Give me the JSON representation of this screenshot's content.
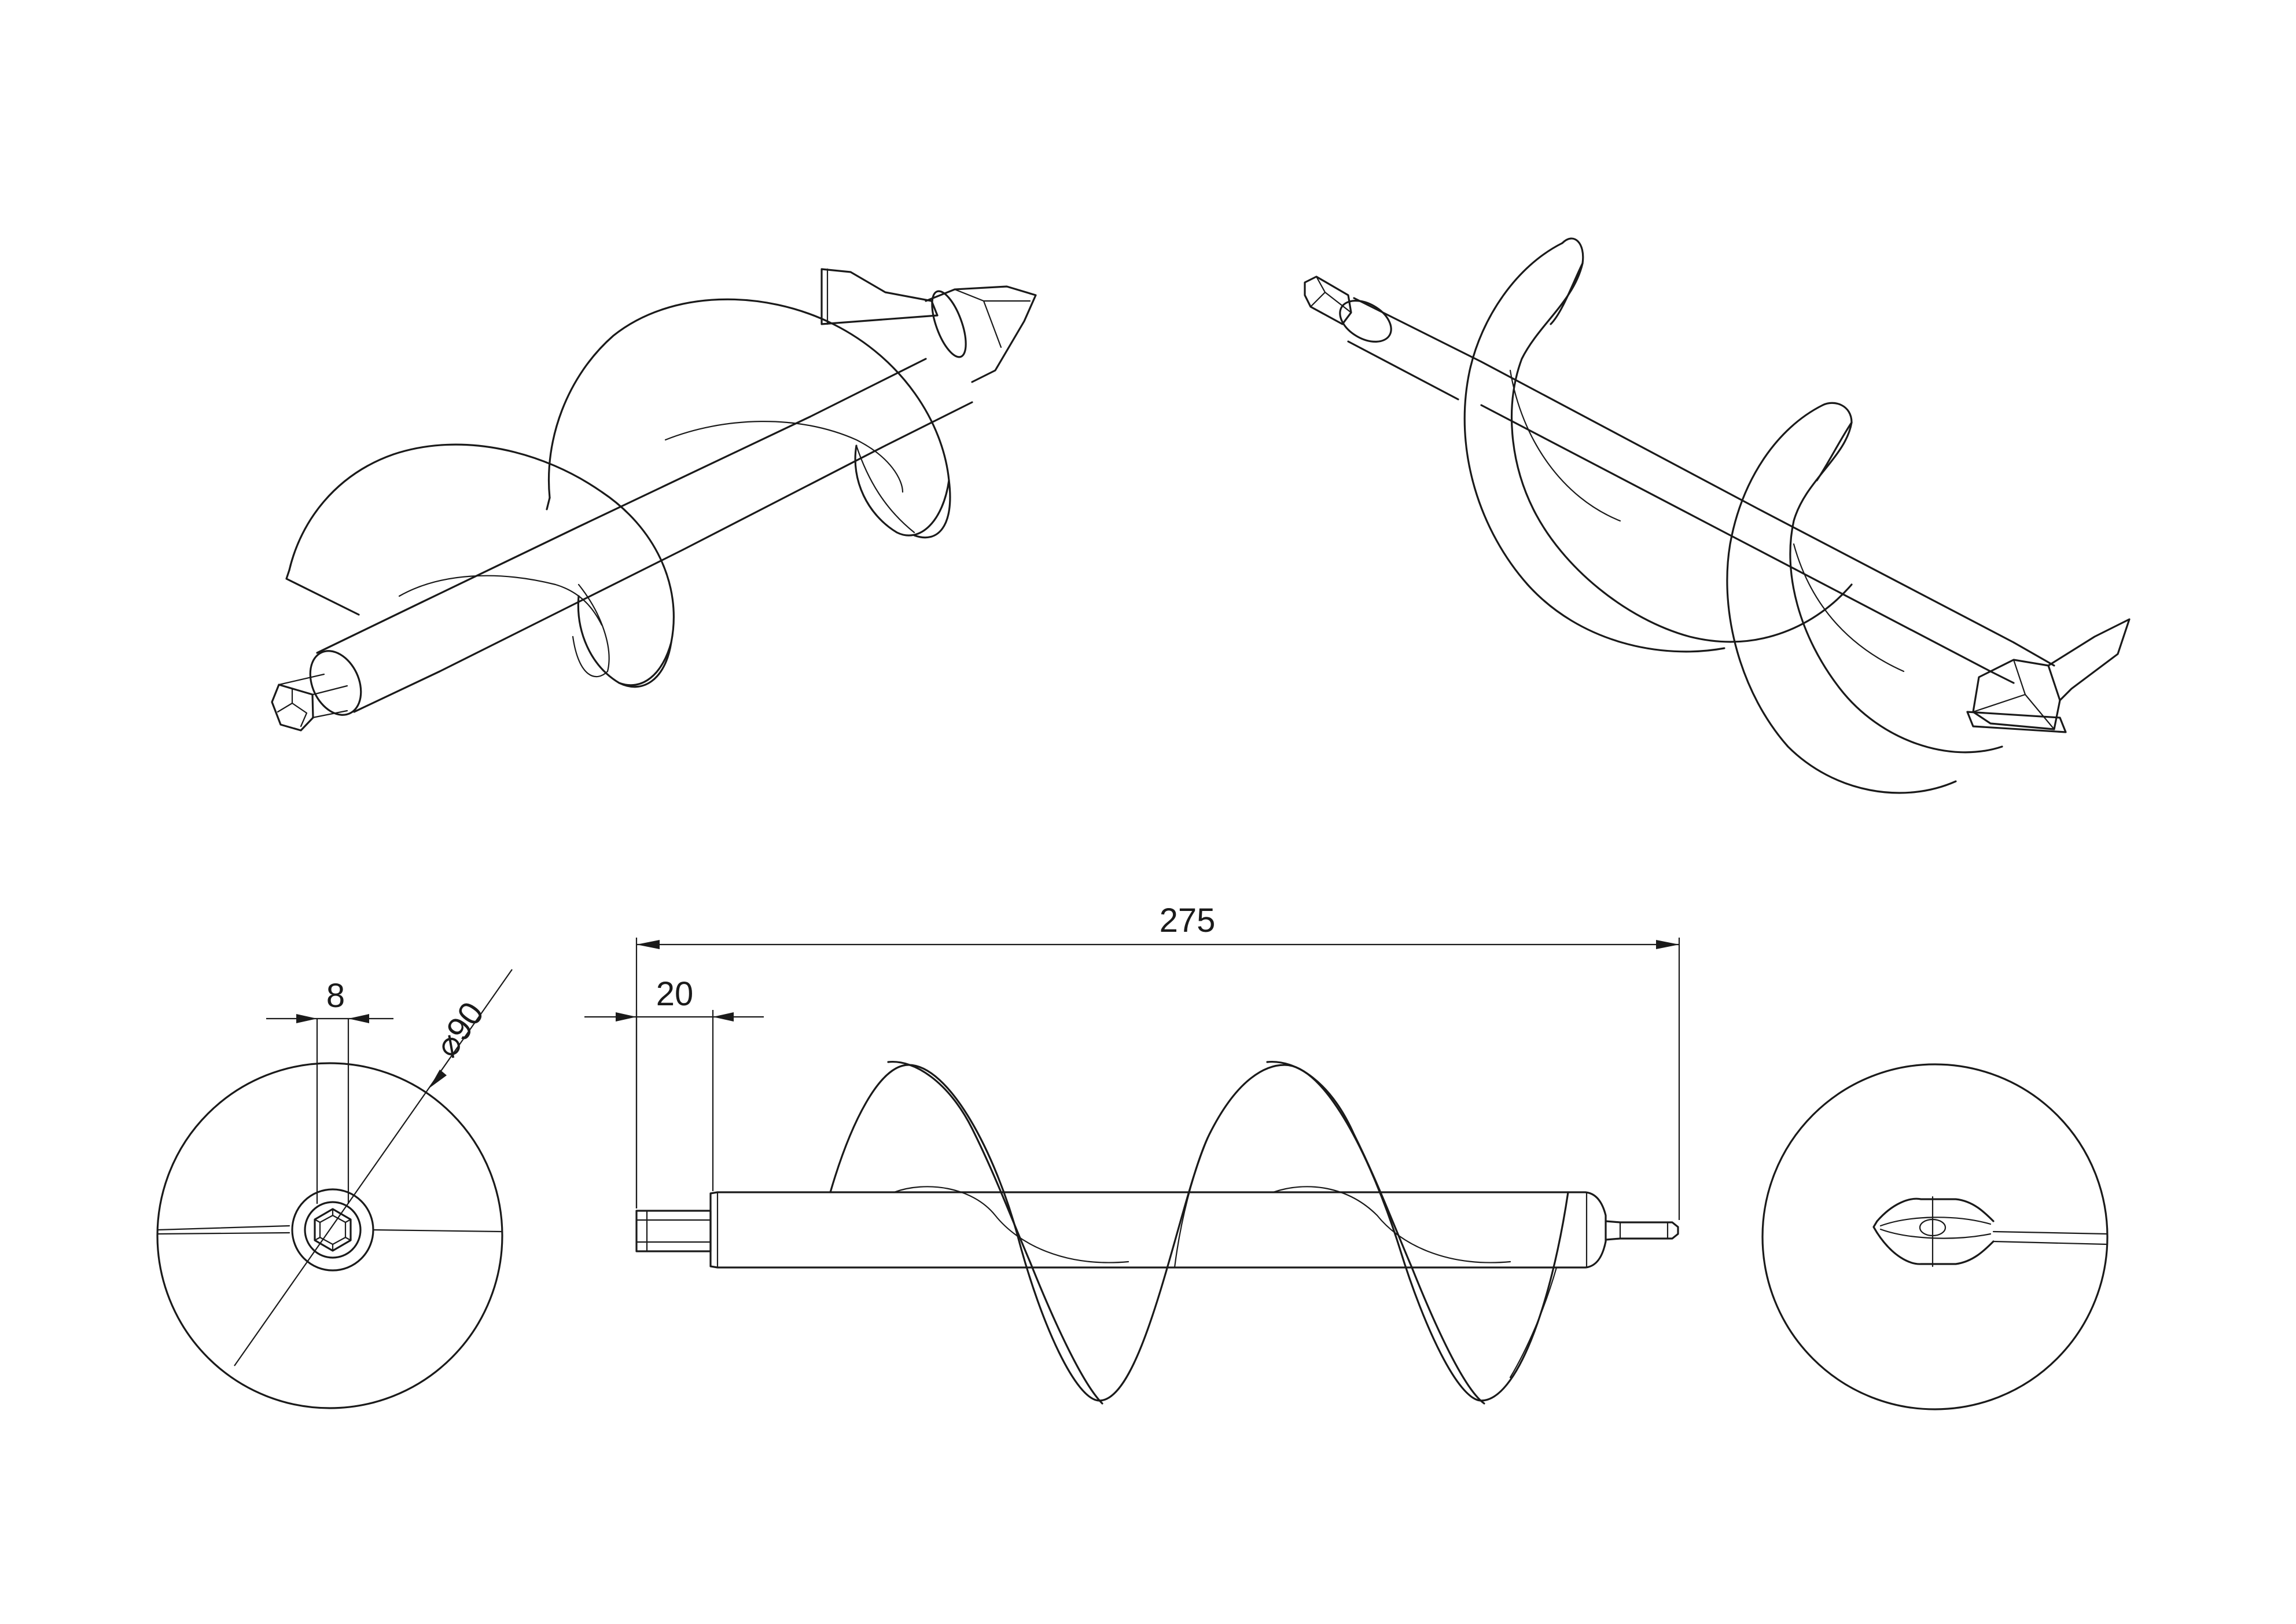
{
  "dimensions": {
    "overall_length": "275",
    "shank_length": "20",
    "hex_width": "8",
    "flight_diameter": "⌀90"
  },
  "colors": {
    "line": "#1a1a1a",
    "background": "#ffffff"
  }
}
